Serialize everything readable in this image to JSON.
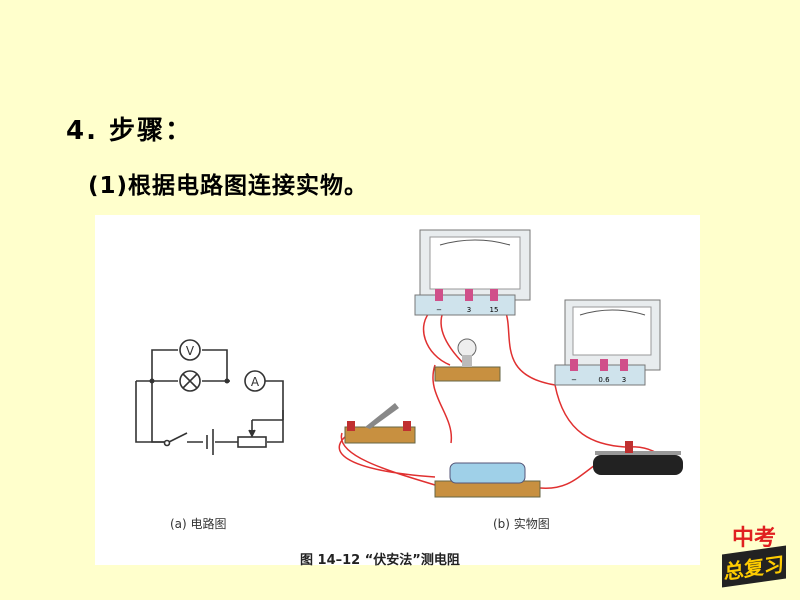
{
  "heading": "4. 步骤：",
  "step": "(1)根据电路图连接实物。",
  "figure": {
    "caption_a": "(a) 电路图",
    "caption_b": "(b) 实物图",
    "title": "图 14–12 “伏安法”测电阻",
    "voltmeter_symbol": "V",
    "ammeter_symbol": "A",
    "voltmeter_terminals": [
      "−",
      "3",
      "15"
    ],
    "ammeter_terminals": [
      "−",
      "0.6",
      "3"
    ]
  },
  "badge": {
    "line1": "中考",
    "line2": "总复习"
  },
  "colors": {
    "background": "#ffffcc",
    "wire": "#e03030",
    "badge_red": "#e02020",
    "badge_yellow": "#ffcc00"
  }
}
